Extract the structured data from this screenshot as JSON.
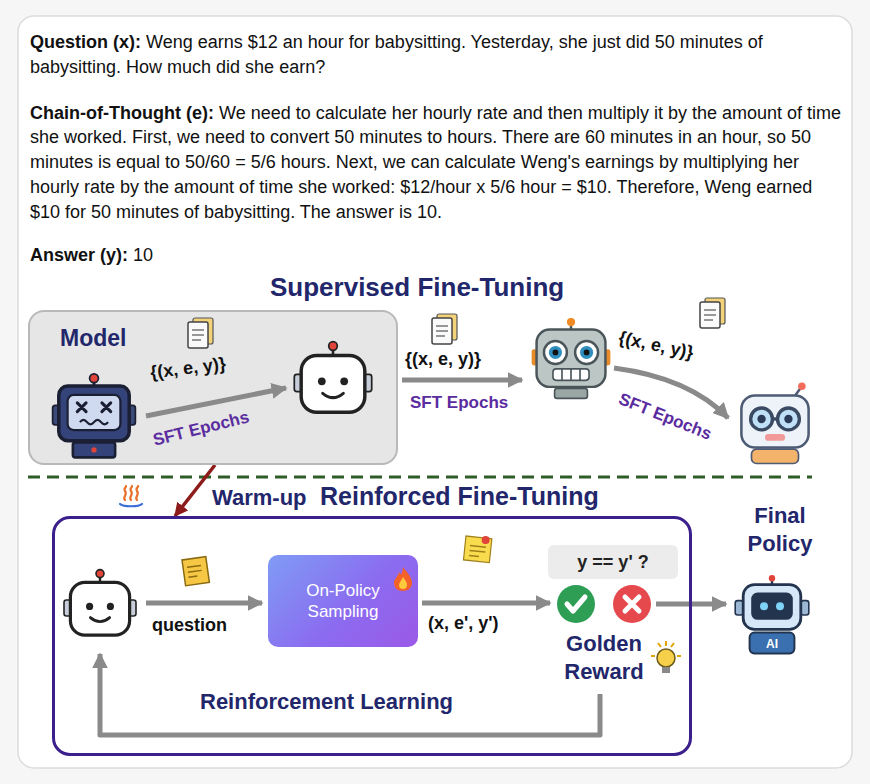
{
  "diagram": {
    "nodes": [
      {
        "text": [
          "Model"
        ]
      },
      {
        "text": [
          "Reinforced Fine-Tuning"
        ]
      },
      {
        "text": [
          "On-Policy Sampling"
        ],
        "in": 1
      },
      {
        "text": [
          "y == y' ?"
        ],
        "in": 1
      }
    ],
    "edges": [
      {
        "from": 0,
        "to": 1,
        "label": "Warm-up",
        "arrow": "to"
      }
    ],
    "labels": [
      "Question (x):",
      "Weng earns $12 an hour for babysitting. Yesterday, she just did 50 minutes of babysitting. How much did she earn?",
      "Chain-of-Thought (e):",
      "We need to calculate her hourly rate and then multiply it by the amount of time she worked. First, we need to convert 50 minutes to hours. There are 60 minutes in an hour, so 50 minutes is equal to 50/60 = 5/6 hours. Next, we can calculate Weng's earnings by multiplying her hourly rate by the amount of time she worked: $12/hour x 5/6 hour = $10. Therefore, Weng earned $10 for 50 minutes of babysitting. The answer is 10.",
      "Answer (y):",
      "10",
      "Supervised Fine-Tuning",
      "{(x, e, y)}",
      "SFT Epochs",
      "{(x, e, y)}",
      "SFT Epochs",
      "{(x, e, y)}",
      "SFT Epochs",
      "question",
      "(x, e', y')",
      "Golden Reward",
      "Final Policy",
      "Reinforcement Learning",
      "AI"
    ]
  }
}
